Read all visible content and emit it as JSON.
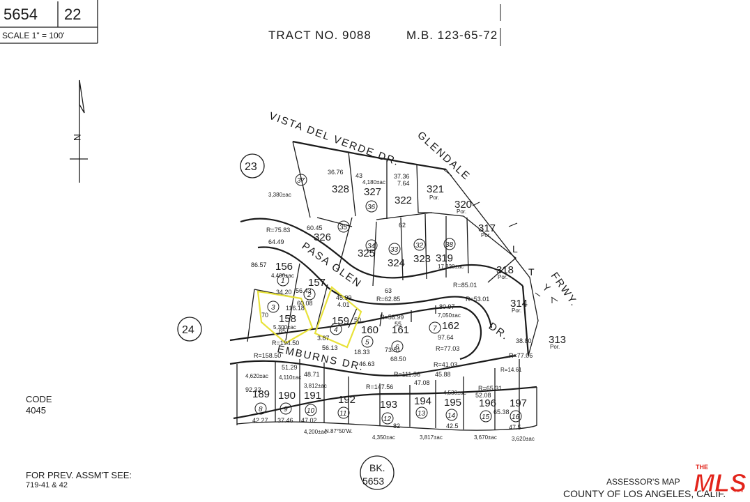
{
  "sheet": {
    "page": "5654",
    "section": "22",
    "scale": "SCALE 1\" = 100'"
  },
  "header": {
    "tract": "TRACT NO. 9088",
    "map_book": "M.B. 123-65-72"
  },
  "north": "N",
  "adjacent": {
    "left_top": "23",
    "left_mid": "24"
  },
  "streets": {
    "vista": "VISTA DEL VERDE DR.",
    "pasa": "PASA GLEN",
    "pasa_dr": "DR.",
    "emburns": "EMBURNS DR.",
    "glendale": "GLENDALE",
    "frwy": "FRWY."
  },
  "parcels": [
    {
      "no": "328",
      "circle": "37"
    },
    {
      "no": "327",
      "circle": "36"
    },
    {
      "no": "322",
      "circle": ""
    },
    {
      "no": "321",
      "circle": ""
    },
    {
      "no": "320",
      "circle": ""
    },
    {
      "no": "317",
      "circle": ""
    },
    {
      "no": "326",
      "circle": "35"
    },
    {
      "no": "325",
      "circle": "34"
    },
    {
      "no": "324",
      "circle": "33"
    },
    {
      "no": "323",
      "circle": "32"
    },
    {
      "no": "319",
      "circle": "38"
    },
    {
      "no": "318",
      "circle": ""
    },
    {
      "no": "314",
      "circle": ""
    },
    {
      "no": "313",
      "circle": ""
    },
    {
      "no": "156",
      "circle": "1"
    },
    {
      "no": "157",
      "circle": "2"
    },
    {
      "no": "158",
      "circle": "3"
    },
    {
      "no": "159",
      "circle": "4"
    },
    {
      "no": "160",
      "circle": "5"
    },
    {
      "no": "161",
      "circle": "6"
    },
    {
      "no": "162",
      "circle": "7"
    },
    {
      "no": "189",
      "circle": "8"
    },
    {
      "no": "190",
      "circle": "9"
    },
    {
      "no": "191",
      "circle": "10"
    },
    {
      "no": "192",
      "circle": "11"
    },
    {
      "no": "193",
      "circle": "12"
    },
    {
      "no": "194",
      "circle": "13"
    },
    {
      "no": "195",
      "circle": "14"
    },
    {
      "no": "196",
      "circle": "15"
    },
    {
      "no": "197",
      "circle": "16"
    }
  ],
  "por": "Por.",
  "dims": {
    "r7583": "R=75.83",
    "r6285": "R=62.85",
    "r8901": "R=85.01",
    "r5899": "R=58.99",
    "r5301": "R=53.01",
    "r19450": "R=194.50",
    "r15850": "R=158.50",
    "r11156": "R=111.56",
    "r14756": "R=147.56",
    "r4103": "R=41.03",
    "r7703": "R=77.03",
    "r7706": "R=77.06",
    "r6531": "R=65.31",
    "r1461": "R=14.61",
    "d3736": "37.36",
    "d764": "7.64",
    "d43": "43",
    "d3676": "36.76",
    "d4180": "4,180±ac",
    "d3380": "3,380±ac",
    "d6045": "60.45",
    "d6449": "64.49",
    "d8657": "86.57",
    "d3420": "34.20",
    "d11618": "116.18",
    "d65": "65",
    "d70": "70",
    "d50": "50",
    "d63": "63",
    "d62": "62",
    "d5300": "5,300±ac",
    "d4400": "4,400±ac",
    "d4620": "4,620±ac",
    "d4110": "4,110±ac",
    "d3812": "3,812±ac",
    "d4200": "4,200±ac",
    "d4350": "4,350±ac",
    "d3817": "3,817±ac",
    "d3670": "3,670±ac",
    "d3620": "3,620±ac",
    "d4530": "4,530±ac",
    "d7050": "7,050±ac",
    "d17320": "17,320±ac",
    "d4277": "42.27",
    "d3746": "37.46",
    "d4702": "47.02",
    "d82": "82",
    "d425": "42.5",
    "d475": "47.5",
    "d5129": "51.29",
    "d4871": "48.71",
    "d4588": "45.88",
    "d4708": "47.08",
    "d5208": "52.08",
    "d8097": "80.97",
    "d9764": "97.64",
    "d7351": "73.51",
    "d6850": "68.50",
    "d4663": "46.63",
    "d5613": "56.13",
    "d1833": "18.33",
    "d5643": "56.43",
    "d6008": "60.08",
    "d3787": "3.87",
    "d401": "4.01",
    "d4599": "45.99",
    "bearing": "N.87°50'W.",
    "d9232": "92.32",
    "d3880": "38.80",
    "d6538": "65.38",
    "d55": "55"
  },
  "code": {
    "label": "CODE",
    "value": "4045"
  },
  "prev": {
    "label": "FOR PREV. ASSM'T SEE:",
    "ref": "719-41 & 42"
  },
  "book": {
    "label": "BK.",
    "value": "5653"
  },
  "footer": {
    "line1": "ASSESSOR'S MAP",
    "line2": "COUNTY OF LOS ANGELES, CALIF."
  },
  "logo": {
    "text": "MLS",
    "small": "THE",
    "suffix": ".com"
  },
  "colors": {
    "ink": "#1a1a1a",
    "highlight": "#e8e23a",
    "logo_red": "#e2231a"
  }
}
